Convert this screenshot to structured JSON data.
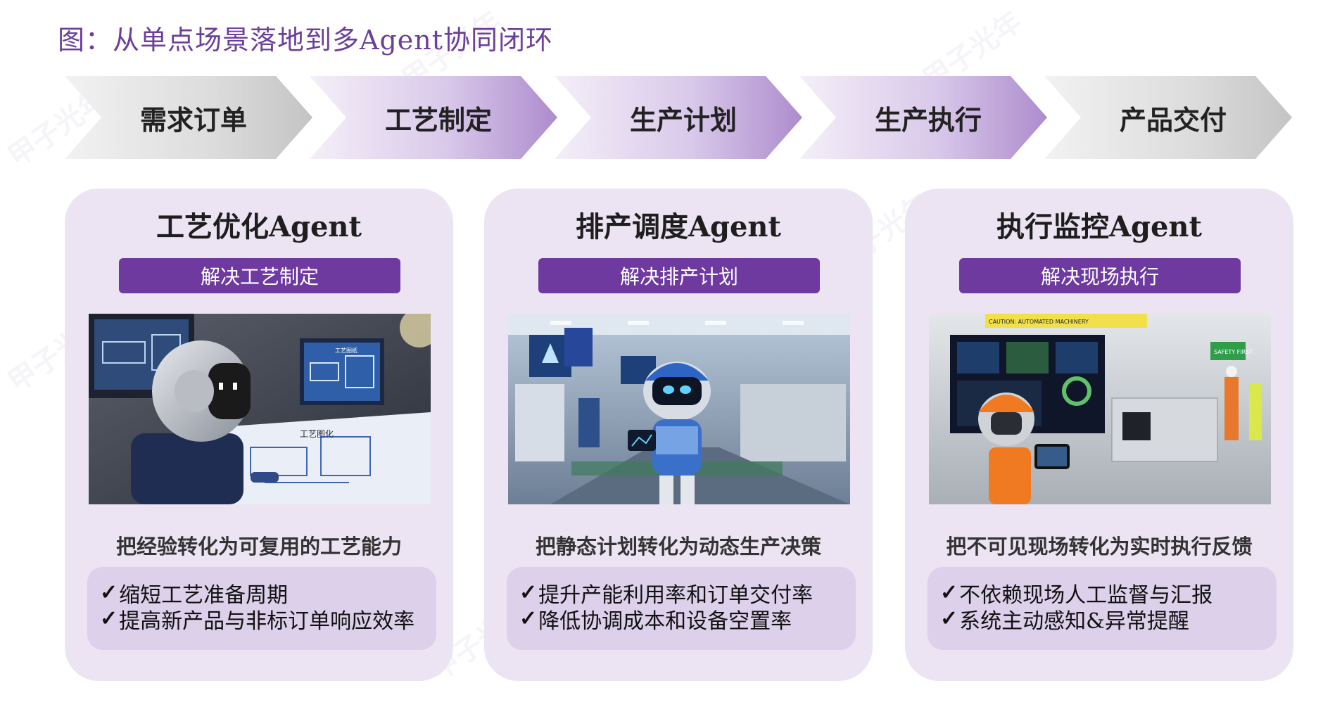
{
  "title": "图：从单点场景落地到多Agent协同闭环",
  "watermark_text": "甲子光年",
  "steps": [
    {
      "label": "需求订单",
      "style": "gray"
    },
    {
      "label": "工艺制定",
      "style": "purple"
    },
    {
      "label": "生产计划",
      "style": "purple"
    },
    {
      "label": "生产执行",
      "style": "purple"
    },
    {
      "label": "产品交付",
      "style": "gray"
    }
  ],
  "cards": [
    {
      "title": "工艺优化Agent",
      "badge": "解决工艺制定",
      "image_icon": "robot-engineer-drafting-blueprint",
      "image_text": [
        "工艺图纸",
        "工艺图化"
      ],
      "summary": "把经验转化为可复用的工艺能力",
      "points": [
        "缩短工艺准备周期",
        "提高新产品与非标订单响应效率"
      ]
    },
    {
      "title": "排产调度Agent",
      "badge": "解决排产计划",
      "image_icon": "robot-factory-scheduler",
      "summary": "把静态计划转化为动态生产决策",
      "points": [
        "提升产能利用率和订单交付率",
        "降低协调成本和设备空置率"
      ]
    },
    {
      "title": "执行监控Agent",
      "badge": "解决现场执行",
      "image_icon": "robot-site-monitor",
      "image_text": [
        "CAUTION: AUTOMATED MACHINERY",
        "SAFETY FIRST"
      ],
      "summary": "把不可见现场转化为实时执行反馈",
      "points": [
        "不依赖现场人工监督与汇报",
        "系统主动感知&异常提醒"
      ]
    }
  ],
  "check_mark": "✓",
  "colors": {
    "title": "#6b3f9a",
    "badge": "#6e3aa0",
    "card_bg": "#ece4f3",
    "points_bg": "#dcd0ea"
  }
}
